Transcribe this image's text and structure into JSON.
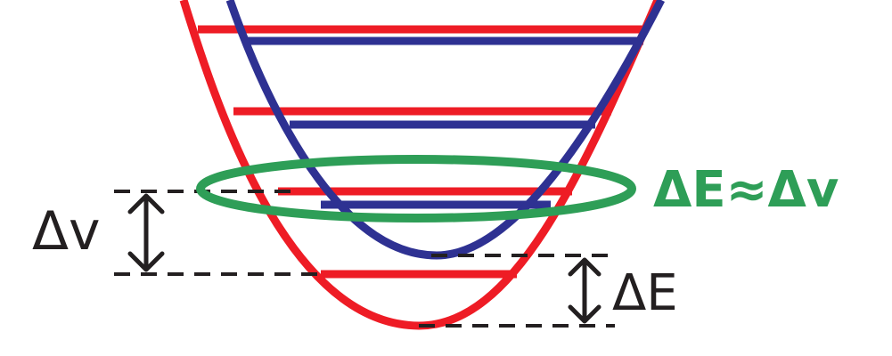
{
  "labels": {
    "delta_v": "Δv",
    "delta_e": "ΔE",
    "approx": "ΔE≈Δv"
  },
  "colors": {
    "red_potential": "#ee1c25",
    "blue_potential": "#2e3192",
    "green_highlight": "#2e9e57",
    "annotation": "#231f20",
    "background": "#ffffff"
  }
}
